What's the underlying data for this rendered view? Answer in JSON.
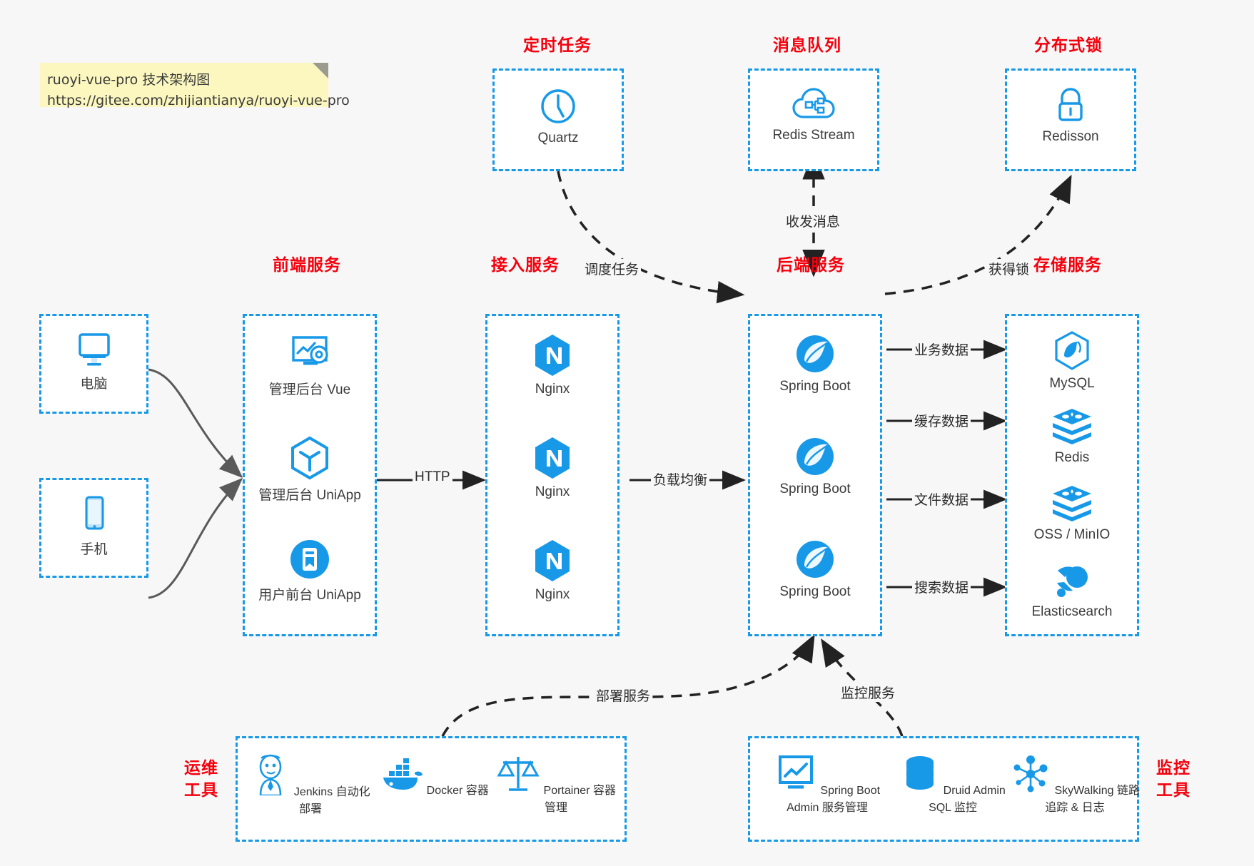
{
  "note": {
    "line1": "ruoyi-vue-pro 技术架构图",
    "line2": "https://gitee.com/zhijiantianya/ruoyi-vue-pro"
  },
  "theme": {
    "accent_blue": "#1899e8",
    "title_red": "#f4000c",
    "note_yellow": "#fbf7bf",
    "page_bg": "#f7f7f7",
    "arrow_gray": "#5a5a5a",
    "arrow_black": "#222222"
  },
  "groups": {
    "clients": {
      "pc": {
        "label": "电脑",
        "icon": "desktop-monitor-icon"
      },
      "mobile": {
        "label": "手机",
        "icon": "smartphone-icon"
      }
    },
    "scheduler": {
      "title": "定时任务",
      "nodes": [
        {
          "label": "Quartz",
          "icon": "clock-icon"
        }
      ]
    },
    "message_queue": {
      "title": "消息队列",
      "nodes": [
        {
          "label": "Redis Stream",
          "icon": "cloud-stream-icon"
        }
      ]
    },
    "distributed_lock": {
      "title": "分布式锁",
      "nodes": [
        {
          "label": "Redisson",
          "icon": "padlock-icon"
        }
      ]
    },
    "frontend": {
      "title": "前端服务",
      "nodes": [
        {
          "label": "管理后台 Vue",
          "icon": "dashboard-gear-icon"
        },
        {
          "label": "管理后台 UniApp",
          "icon": "cube-icon"
        },
        {
          "label": "用户前台 UniApp",
          "icon": "mobile-app-icon"
        }
      ]
    },
    "gateway": {
      "title": "接入服务",
      "nodes": [
        {
          "label": "Nginx",
          "icon": "nginx-icon"
        },
        {
          "label": "Nginx",
          "icon": "nginx-icon"
        },
        {
          "label": "Nginx",
          "icon": "nginx-icon"
        }
      ]
    },
    "backend": {
      "title": "后端服务",
      "nodes": [
        {
          "label": "Spring Boot",
          "icon": "spring-leaf-icon"
        },
        {
          "label": "Spring Boot",
          "icon": "spring-leaf-icon"
        },
        {
          "label": "Spring Boot",
          "icon": "spring-leaf-icon"
        }
      ]
    },
    "storage": {
      "title": "存储服务",
      "nodes": [
        {
          "label": "MySQL",
          "icon": "mysql-dolphin-icon"
        },
        {
          "label": "Redis",
          "icon": "redis-stack-icon"
        },
        {
          "label": "OSS / MinIO",
          "icon": "redis-stack-icon"
        },
        {
          "label": "Elasticsearch",
          "icon": "elasticsearch-icon"
        }
      ]
    },
    "devops": {
      "title_line1": "运维",
      "title_line2": "工具",
      "nodes": [
        {
          "label": "Jenkins",
          "sublabel": "自动化部署",
          "icon": "jenkins-butler-icon"
        },
        {
          "label": "Docker",
          "sublabel": "容器",
          "icon": "docker-whale-icon"
        },
        {
          "label": "Portainer",
          "sublabel": "容器管理",
          "icon": "scales-balance-icon"
        }
      ]
    },
    "monitoring": {
      "title_line1": "监控",
      "title_line2": "工具",
      "nodes": [
        {
          "label": "Spring Boot Admin",
          "sublabel": "服务管理",
          "icon": "monitor-chart-icon"
        },
        {
          "label": "Druid Admin",
          "sublabel": "SQL 监控",
          "icon": "database-cylinder-icon"
        },
        {
          "label": "SkyWalking",
          "sublabel": "链路追踪 & 日志",
          "icon": "skywalking-nodes-icon"
        }
      ]
    }
  },
  "edges": [
    {
      "id": "http",
      "label": "HTTP",
      "from": "frontend",
      "to": "gateway",
      "style": "solid"
    },
    {
      "id": "load-balance",
      "label": "负载均衡",
      "from": "gateway",
      "to": "backend",
      "style": "solid"
    },
    {
      "id": "schedule-task",
      "label": "调度任务",
      "from": "scheduler",
      "to": "backend",
      "style": "dashed"
    },
    {
      "id": "send-receive-message",
      "label": "收发消息",
      "from": "message_queue",
      "to": "backend",
      "style": "dashed-bidirectional"
    },
    {
      "id": "acquire-lock",
      "label": "获得锁",
      "from": "backend",
      "to": "distributed_lock",
      "style": "dashed"
    },
    {
      "id": "business-data",
      "label": "业务数据",
      "from": "backend",
      "to": "MySQL",
      "style": "solid"
    },
    {
      "id": "cache-data",
      "label": "缓存数据",
      "from": "backend",
      "to": "Redis",
      "style": "solid"
    },
    {
      "id": "file-data",
      "label": "文件数据",
      "from": "backend",
      "to": "OSS / MinIO",
      "style": "solid"
    },
    {
      "id": "search-data",
      "label": "搜索数据",
      "from": "backend",
      "to": "Elasticsearch",
      "style": "solid"
    },
    {
      "id": "deploy-service",
      "label": "部署服务",
      "from": "devops",
      "to": "backend",
      "style": "dashed"
    },
    {
      "id": "monitor-service",
      "label": "监控服务",
      "from": "monitoring",
      "to": "backend",
      "style": "dashed"
    }
  ]
}
